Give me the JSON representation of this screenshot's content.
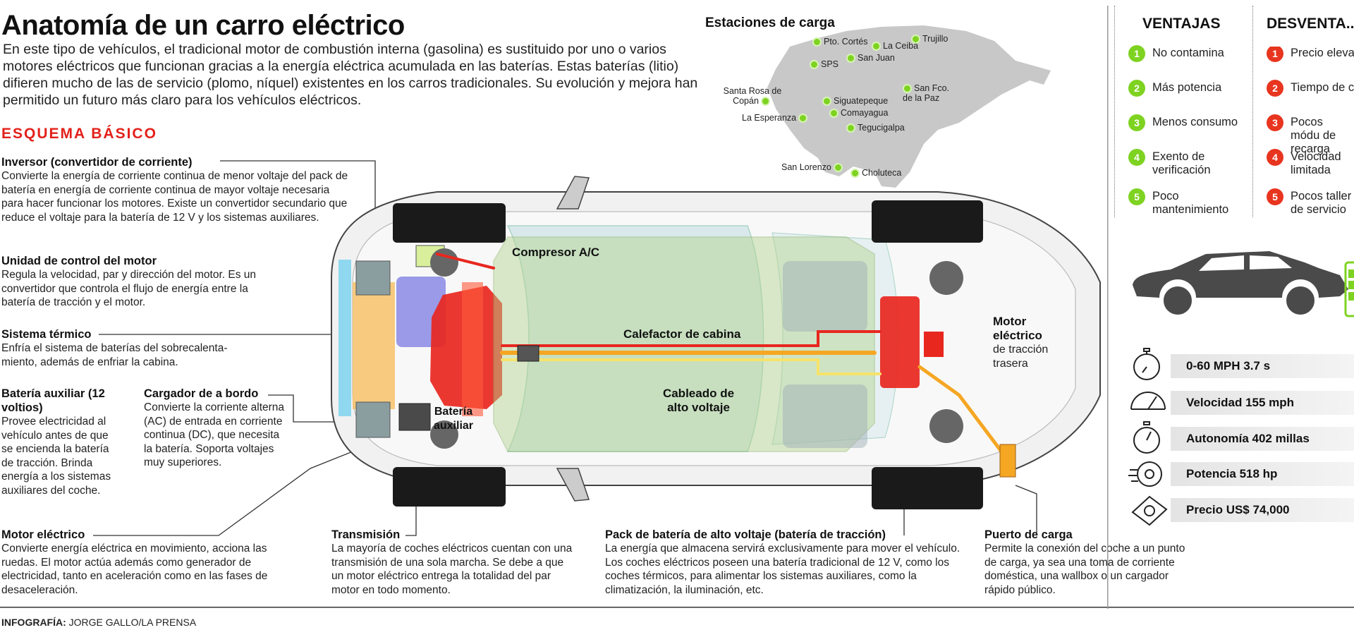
{
  "title": "Anatomía de un carro eléctrico",
  "intro": "En este tipo de vehículos, el tradicional motor de combustión interna (gasolina) es sustituido por uno o varios motores eléctricos que funcionan gracias a la energía eléctrica acumulada en las baterías. Estas baterías (litio) difieren mucho de las de servicio (plomo, níquel) existentes en los carros tradicionales. Su evolución y mejora han permitido un futuro más claro para los vehículos eléctricos.",
  "esquema": "ESQUEMA BÁSICO",
  "left_labels": {
    "inversor": {
      "title": "Inversor (convertidor de corriente)",
      "text": "Convierte la energía de corriente continua de menor voltaje del pack de batería en energía de corriente continua de mayor voltaje necesaria para hacer funcionar los motores. Existe un convertidor secundario que reduce el voltaje para la batería de 12 V y los sistemas auxiliares."
    },
    "unidad": {
      "title": "Unidad de control del motor",
      "text": "Regula la velocidad, par y dirección del motor. Es un convertidor que controla el flujo de energía entre la batería de tracción y el motor."
    },
    "termico": {
      "title": "Sistema térmico",
      "text": "Enfría el sistema de baterías del sobrecalenta-miento, además de enfriar la cabina."
    },
    "auxiliar": {
      "title": "Batería auxiliar (12 voltios)",
      "text": "Provee electricidad al vehículo antes de que se encienda la batería de tracción. Brinda energía a los sistemas auxiliares del coche."
    },
    "cargador": {
      "title": "Cargador de a bordo",
      "text": "Convierte la corriente alterna (AC) de entrada en corriente continua (DC), que necesita la batería. Soporta voltajes muy superiores."
    }
  },
  "bottom_labels": {
    "motor": {
      "title": "Motor eléctrico",
      "text": "Convierte energía eléctrica en movimiento, acciona las ruedas. El motor actúa además como generador de electricidad, tanto en aceleración como en las fases de desaceleración."
    },
    "transmision": {
      "title": "Transmisión",
      "text": "La mayoría de coches eléctricos cuentan con una transmisión de una sola marcha. Se debe a que un motor eléctrico entrega la totalidad del par motor en todo momento."
    },
    "pack": {
      "title": "Pack de batería de alto voltaje (batería de tracción)",
      "text": "La energía que almacena servirá exclusivamente para mover el vehículo. Los coches eléctricos poseen una batería tradicional de 12 V, como los coches térmicos, para alimentar los sistemas auxiliares, como la climatización, la iluminación, etc."
    },
    "puerto": {
      "title": "Puerto de carga",
      "text": "Permite la conexión del coche a un punto de carga, ya sea una toma de corriente doméstica, una wallbox o un cargador rápido público."
    }
  },
  "diagram_labels": {
    "compresor": "Compresor A/C",
    "calefactor": "Calefactor de cabina",
    "cableado": "Cableado de alto voltaje",
    "bateria_aux": "Batería auxiliar",
    "motor_title": "Motor eléctrico",
    "motor_sub": "de tracción trasera"
  },
  "stations": {
    "title": "Estaciones de carga",
    "cities": [
      "Pto. Cortés",
      "La Ceiba",
      "Trujillo",
      "San Juan",
      "SPS",
      "Santa Rosa de Copán",
      "San Fco. de la Paz",
      "Siguatepeque",
      "Comayagua",
      "La Esperanza",
      "Tegucigalpa",
      "San Lorenzo",
      "Choluteca"
    ]
  },
  "ventajas": {
    "title": "VENTAJAS",
    "items": [
      {
        "n": "1",
        "text": "No contamina"
      },
      {
        "n": "2",
        "text": "Más potencia"
      },
      {
        "n": "3",
        "text": "Menos consumo"
      },
      {
        "n": "4",
        "text": "Exento de verificación"
      },
      {
        "n": "5",
        "text": "Poco mantenimiento"
      }
    ]
  },
  "desventajas": {
    "title": "DESVENTA...",
    "items": [
      {
        "n": "1",
        "text": "Precio elevado"
      },
      {
        "n": "2",
        "text": "Tiempo de c"
      },
      {
        "n": "3",
        "text": "Pocos módu de recarga"
      },
      {
        "n": "4",
        "text": "Velocidad limitada"
      },
      {
        "n": "5",
        "text": "Pocos taller de servicio"
      }
    ]
  },
  "stats": [
    {
      "icon": "stopwatch-icon",
      "text": "0-60 MPH 3.7 s"
    },
    {
      "icon": "speedometer-icon",
      "text": "Velocidad 155 mph"
    },
    {
      "icon": "stopwatch-icon",
      "text": "Autonomía 402 millas"
    },
    {
      "icon": "wheel-icon",
      "text": "Potencia 518 hp"
    },
    {
      "icon": "money-icon",
      "text": "Precio US$ 74,000"
    }
  ],
  "credit": {
    "bold": "INFOGRAFÍA:",
    "rest": " JORGE GALLO/LA PRENSA"
  },
  "colors": {
    "accent_red": "#e3211b",
    "green": "#7ed321",
    "battery_red": "#e8271f",
    "coolant_blue": "#7fd3ee"
  }
}
